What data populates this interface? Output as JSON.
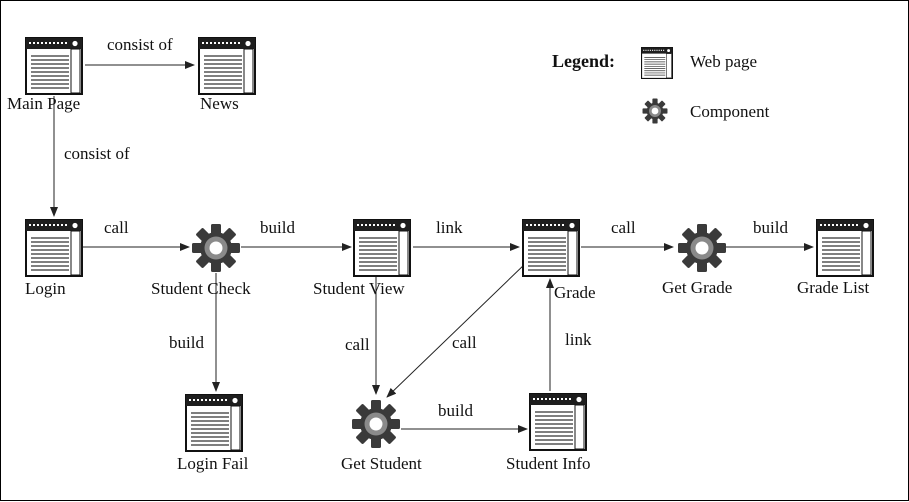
{
  "legend": {
    "title": "Legend:",
    "web_page_label": "Web page",
    "component_label": "Component"
  },
  "nodes": {
    "main_page": {
      "label": "Main Page",
      "kind": "web-page"
    },
    "news": {
      "label": "News",
      "kind": "web-page"
    },
    "login": {
      "label": "Login",
      "kind": "web-page"
    },
    "student_check": {
      "label": "Student Check",
      "kind": "component"
    },
    "student_view": {
      "label": "Student View",
      "kind": "web-page"
    },
    "grade": {
      "label": "Grade",
      "kind": "web-page"
    },
    "get_grade": {
      "label": "Get Grade",
      "kind": "component"
    },
    "grade_list": {
      "label": "Grade List",
      "kind": "web-page"
    },
    "login_fail": {
      "label": "Login Fail",
      "kind": "web-page"
    },
    "get_student": {
      "label": "Get Student",
      "kind": "component"
    },
    "student_info": {
      "label": "Student Info",
      "kind": "web-page"
    }
  },
  "edges": {
    "main_news": {
      "from": "Main Page",
      "to": "News",
      "label": "consist of"
    },
    "main_login": {
      "from": "Main Page",
      "to": "Login",
      "label": "consist of"
    },
    "login_check": {
      "from": "Login",
      "to": "Student Check",
      "label": "call"
    },
    "check_view": {
      "from": "Student Check",
      "to": "Student View",
      "label": "build"
    },
    "view_grade": {
      "from": "Student View",
      "to": "Grade",
      "label": "link"
    },
    "grade_getgrade": {
      "from": "Grade",
      "to": "Get Grade",
      "label": "call"
    },
    "getgrade_list": {
      "from": "Get Grade",
      "to": "Grade List",
      "label": "build"
    },
    "check_fail": {
      "from": "Student Check",
      "to": "Login Fail",
      "label": "build"
    },
    "view_getstudent": {
      "from": "Student View",
      "to": "Get Student",
      "label": "call"
    },
    "grade_getstudent": {
      "from": "Grade",
      "to": "Get Student",
      "label": "call"
    },
    "getstudent_info": {
      "from": "Get Student",
      "to": "Student Info",
      "label": "build"
    },
    "info_grade": {
      "from": "Student Info",
      "to": "Grade",
      "label": "link"
    }
  }
}
